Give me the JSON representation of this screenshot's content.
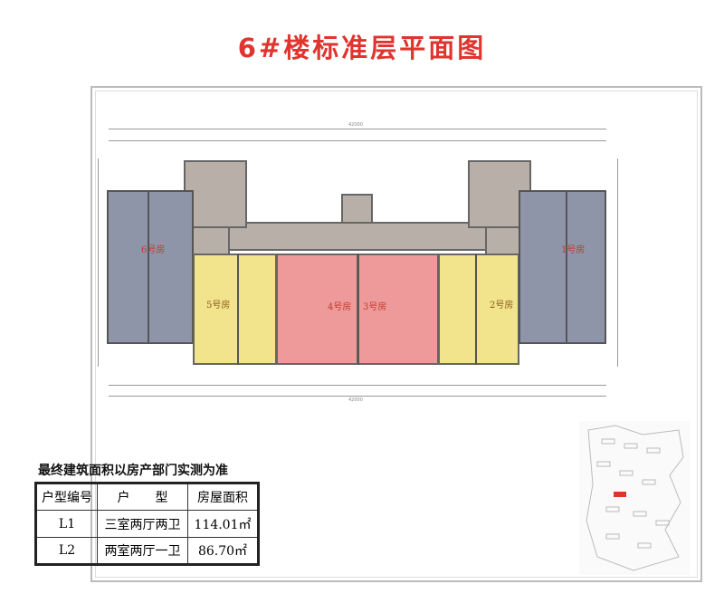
{
  "title": "6#楼标准层平面图",
  "plan": {
    "units": [
      {
        "label": "6号房",
        "color": "#8e95a8"
      },
      {
        "label": "5号房",
        "color": "#f1e48c"
      },
      {
        "label": "4号房",
        "color": "#ef9a9a"
      },
      {
        "label": "3号房",
        "color": "#ef9a9a"
      },
      {
        "label": "2号房",
        "color": "#f1e48c"
      },
      {
        "label": "1号房",
        "color": "#8e95a8"
      }
    ],
    "overall_dimension": "42000"
  },
  "note": "最终建筑面积以房产部门实测为准",
  "table": {
    "headers": [
      "户型编号",
      "户　　型",
      "房屋面积"
    ],
    "rows": [
      [
        "L1",
        "三室两厅两卫",
        "114.01㎡"
      ],
      [
        "L2",
        "两室两厅一卫",
        "86.70㎡"
      ]
    ]
  },
  "colors": {
    "title": "#e0342f",
    "unit_blue": "#8e95a8",
    "unit_yellow": "#f1e48c",
    "unit_pink": "#ef9a9a",
    "common_gray": "#b8b0a8"
  }
}
